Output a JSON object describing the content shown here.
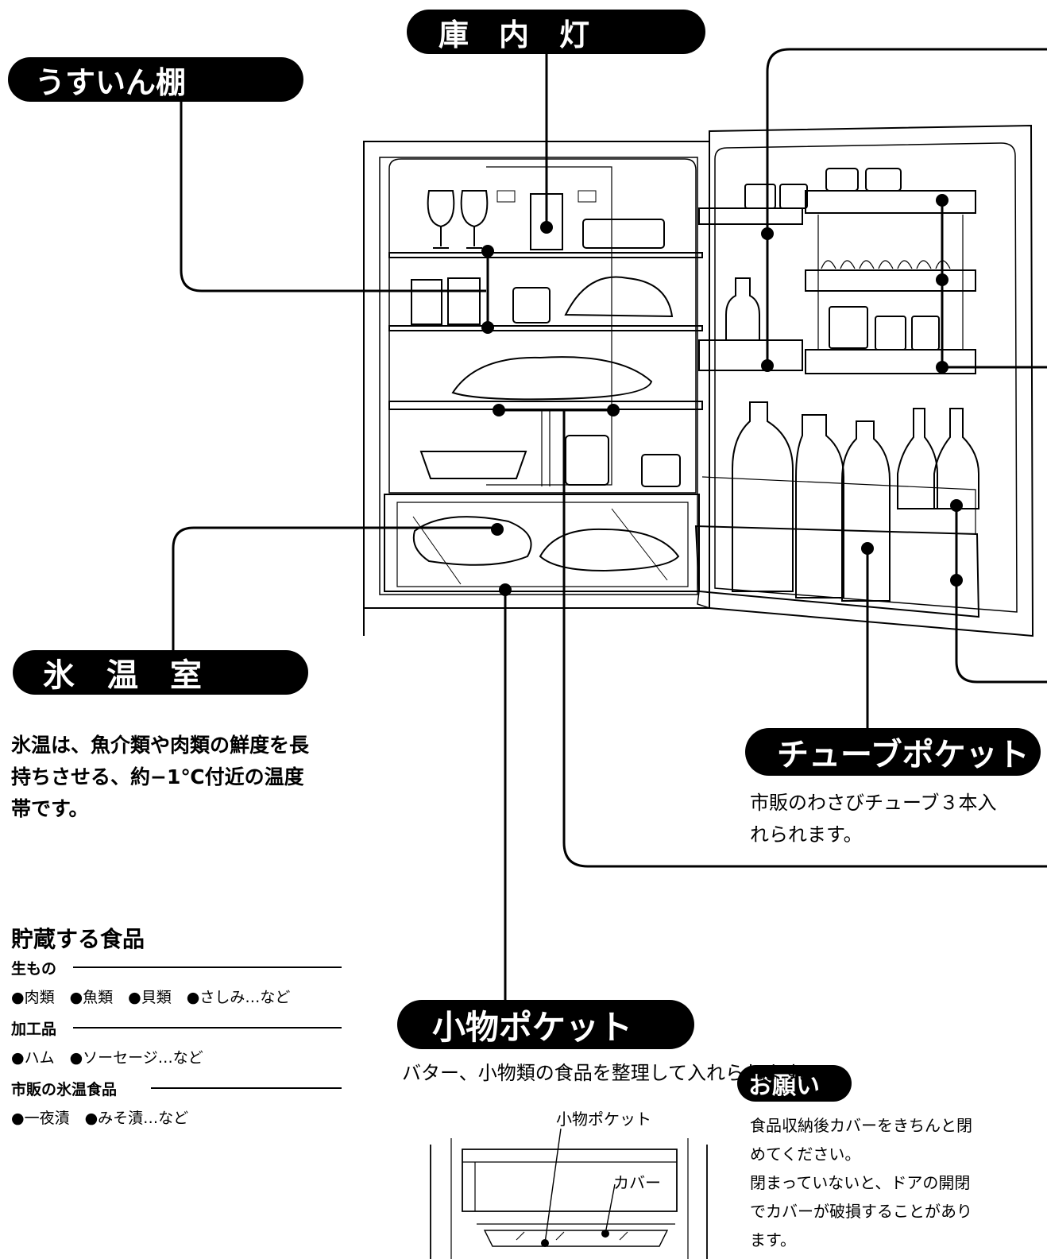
{
  "labels": {
    "usuin_shelf": "うすいん棚",
    "interior_light": "庫　内　灯",
    "hyoon_room": "氷　温　室",
    "tube_pocket": "チューブポケット",
    "komono_pocket": "小物ポケット",
    "onegai": "お願い"
  },
  "descriptions": {
    "hyoon_line1": "氷温は、魚介類や肉類の鮮度を長",
    "hyoon_line2": "持ちさせる、約−1℃付近の温度",
    "hyoon_line3": "帯です。",
    "tube_line1": "市販のわさびチューブ３本入",
    "tube_line2": "れられます。",
    "komono_desc": "バター、小物類の食品を整理して入れられます。"
  },
  "storage": {
    "heading": "貯蔵する食品",
    "groups": [
      {
        "category": "生もの",
        "items": "●肉類　●魚類　●貝類　●さしみ…など"
      },
      {
        "category": "加工品",
        "items": "●ハム　●ソーセージ…など"
      },
      {
        "category": "市販の氷温食品",
        "items": "●一夜漬　●みそ漬…など"
      }
    ]
  },
  "inset": {
    "label_pocket": "小物ポケット",
    "label_cover": "カバー"
  },
  "notice": {
    "line1": "食品収納後カバーをきちんと閉",
    "line2": "めてください。",
    "line3": "閉まっていないと、ドアの開閉",
    "line4": "でカバーが破損することがあり",
    "line5": "ます。"
  }
}
